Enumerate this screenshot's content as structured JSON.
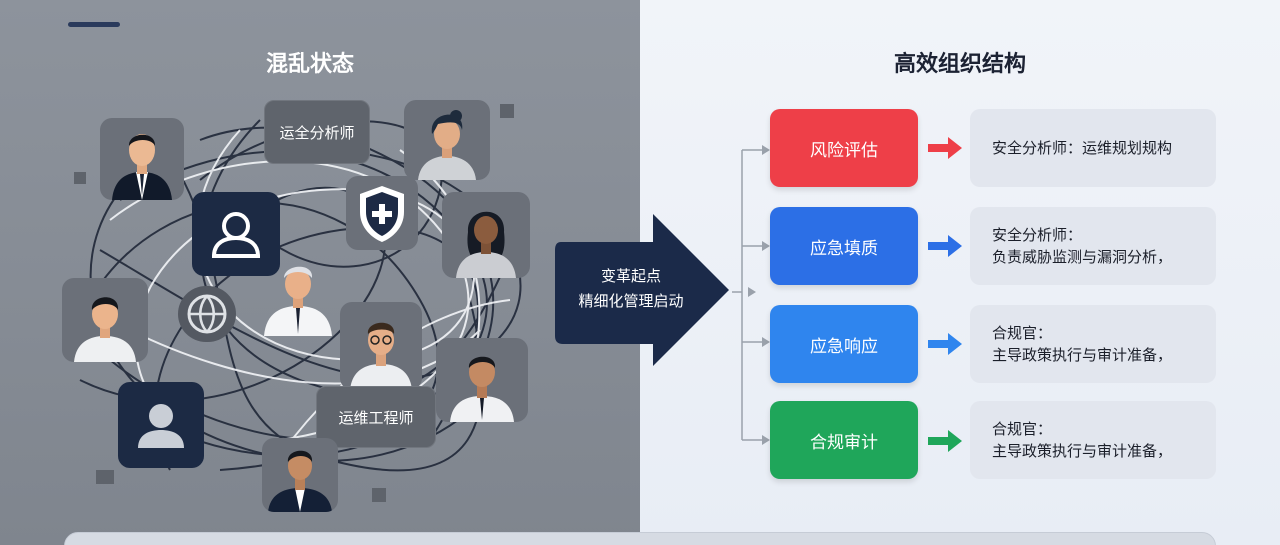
{
  "header": {
    "title": ""
  },
  "left": {
    "title": "混乱状态",
    "labels": {
      "security_analyst": "运全分析师",
      "ops_engineer": "运维工程师"
    },
    "icons": [
      "shield-plus-icon",
      "user-outline-icon",
      "globe-icon",
      "user-silhouette-icon"
    ]
  },
  "center": {
    "line1": "变革起点",
    "line2": "精细化管理启动"
  },
  "right": {
    "title": "高效组织结构",
    "rows": [
      {
        "role": "风险评估",
        "color": "#ee3f48",
        "arrow_color": "#ee3f48",
        "desc_line1": "安全分析师：运维规划规构",
        "desc_line2": ""
      },
      {
        "role": "应急填质",
        "color": "#2c6fe6",
        "arrow_color": "#2c6fe6",
        "desc_line1": "安全分析师：",
        "desc_line2": "负责威胁监测与漏洞分析，"
      },
      {
        "role": "应急响应",
        "color": "#2f85ee",
        "arrow_color": "#2f85ee",
        "desc_line1": "合规官：",
        "desc_line2": "主导政策执行与审计准备，"
      },
      {
        "role": "合规审计",
        "color": "#1fa65a",
        "arrow_color": "#1fa65a",
        "desc_line1": "合规官：",
        "desc_line2": "主导政策执行与审计准备，"
      }
    ]
  }
}
